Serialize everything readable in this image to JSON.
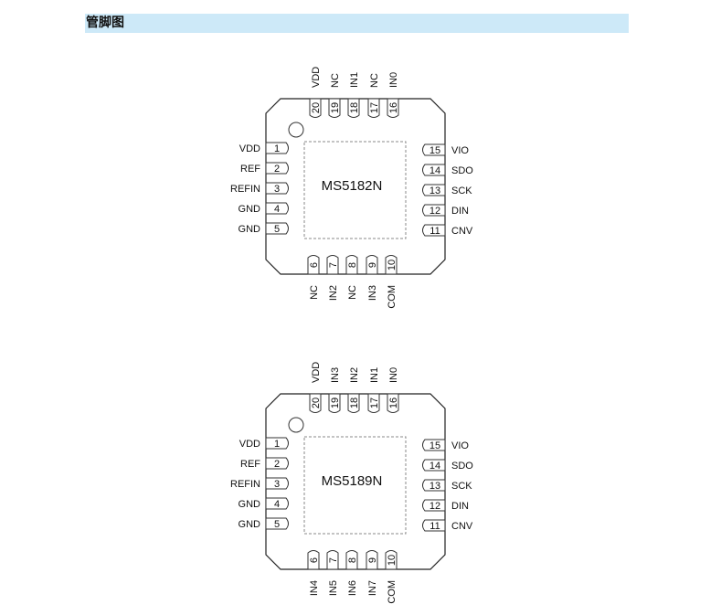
{
  "header": {
    "title": "管脚图"
  },
  "chips": [
    {
      "name": "MS5182N",
      "left_pins": [
        {
          "num": "1",
          "label": "VDD"
        },
        {
          "num": "2",
          "label": "REF"
        },
        {
          "num": "3",
          "label": "REFIN"
        },
        {
          "num": "4",
          "label": "GND"
        },
        {
          "num": "5",
          "label": "GND"
        }
      ],
      "bottom_pins": [
        {
          "num": "6",
          "label": "NC"
        },
        {
          "num": "7",
          "label": "IN2"
        },
        {
          "num": "8",
          "label": "NC"
        },
        {
          "num": "9",
          "label": "IN3"
        },
        {
          "num": "10",
          "label": "COM"
        }
      ],
      "right_pins": [
        {
          "num": "15",
          "label": "VIO"
        },
        {
          "num": "14",
          "label": "SDO"
        },
        {
          "num": "13",
          "label": "SCK"
        },
        {
          "num": "12",
          "label": "DIN"
        },
        {
          "num": "11",
          "label": "CNV"
        }
      ],
      "top_pins": [
        {
          "num": "20",
          "label": "VDD"
        },
        {
          "num": "19",
          "label": "NC"
        },
        {
          "num": "18",
          "label": "IN1"
        },
        {
          "num": "17",
          "label": "NC"
        },
        {
          "num": "16",
          "label": "IN0"
        }
      ]
    },
    {
      "name": "MS5189N",
      "left_pins": [
        {
          "num": "1",
          "label": "VDD"
        },
        {
          "num": "2",
          "label": "REF"
        },
        {
          "num": "3",
          "label": "REFIN"
        },
        {
          "num": "4",
          "label": "GND"
        },
        {
          "num": "5",
          "label": "GND"
        }
      ],
      "bottom_pins": [
        {
          "num": "6",
          "label": "IN4"
        },
        {
          "num": "7",
          "label": "IN5"
        },
        {
          "num": "8",
          "label": "IN6"
        },
        {
          "num": "9",
          "label": "IN7"
        },
        {
          "num": "10",
          "label": "COM"
        }
      ],
      "right_pins": [
        {
          "num": "15",
          "label": "VIO"
        },
        {
          "num": "14",
          "label": "SDO"
        },
        {
          "num": "13",
          "label": "SCK"
        },
        {
          "num": "12",
          "label": "DIN"
        },
        {
          "num": "11",
          "label": "CNV"
        }
      ],
      "top_pins": [
        {
          "num": "20",
          "label": "VDD"
        },
        {
          "num": "19",
          "label": "IN3"
        },
        {
          "num": "18",
          "label": "IN2"
        },
        {
          "num": "17",
          "label": "IN1"
        },
        {
          "num": "16",
          "label": "IN0"
        }
      ]
    }
  ]
}
